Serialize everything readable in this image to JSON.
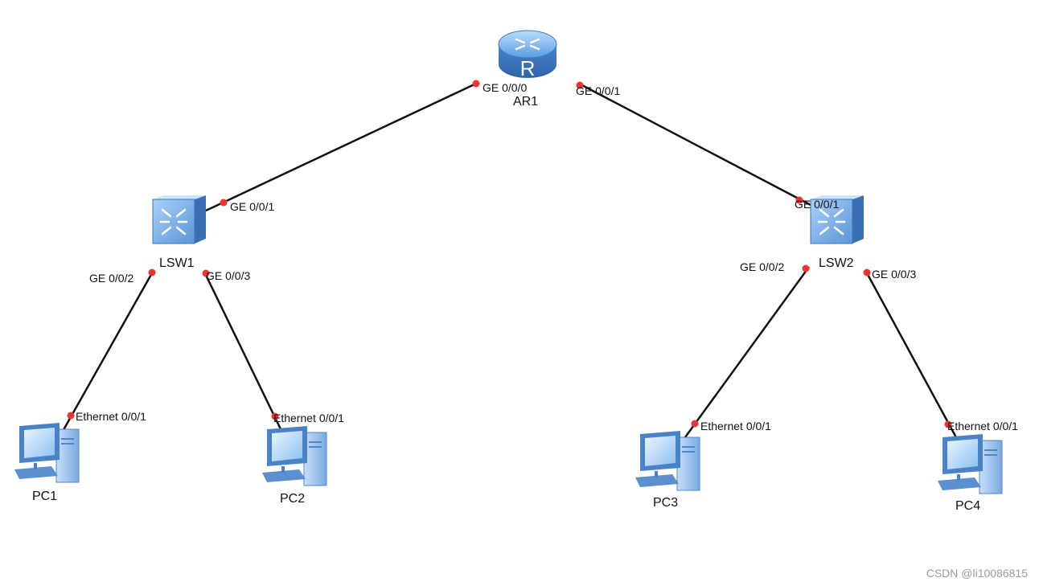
{
  "devices": {
    "ar1": "AR1",
    "lsw1": "LSW1",
    "lsw2": "LSW2",
    "pc1": "PC1",
    "pc2": "PC2",
    "pc3": "PC3",
    "pc4": "PC4"
  },
  "device_icons": {
    "ar1": "router-icon",
    "lsw1": "switch-icon",
    "lsw2": "switch-icon",
    "pc1": "pc-icon",
    "pc2": "pc-icon",
    "pc3": "pc-icon",
    "pc4": "pc-icon"
  },
  "ports": {
    "ar1_ge000": "GE 0/0/0",
    "ar1_ge001": "GE 0/0/1",
    "lsw1_ge001": "GE 0/0/1",
    "lsw1_ge002": "GE 0/0/2",
    "lsw1_ge003": "GE 0/0/3",
    "lsw2_ge001": "GE 0/0/1",
    "lsw2_ge002": "GE 0/0/2",
    "lsw2_ge003": "GE 0/0/3",
    "pc1_eth": "Ethernet 0/0/1",
    "pc2_eth": "Ethernet 0/0/1",
    "pc3_eth": "Ethernet 0/0/1",
    "pc4_eth": "Ethernet 0/0/1"
  },
  "links": [
    {
      "from": "AR1",
      "from_port": "GE 0/0/0",
      "to": "LSW1",
      "to_port": "GE 0/0/1"
    },
    {
      "from": "AR1",
      "from_port": "GE 0/0/1",
      "to": "LSW2",
      "to_port": "GE 0/0/1"
    },
    {
      "from": "LSW1",
      "from_port": "GE 0/0/2",
      "to": "PC1",
      "to_port": "Ethernet 0/0/1"
    },
    {
      "from": "LSW1",
      "from_port": "GE 0/0/3",
      "to": "PC2",
      "to_port": "Ethernet 0/0/1"
    },
    {
      "from": "LSW2",
      "from_port": "GE 0/0/2",
      "to": "PC3",
      "to_port": "Ethernet 0/0/1"
    },
    {
      "from": "LSW2",
      "from_port": "GE 0/0/3",
      "to": "PC4",
      "to_port": "Ethernet 0/0/1"
    }
  ],
  "colors": {
    "link": "#111111",
    "port_dot": "#ee3333",
    "device_blue": "#4f8fd6",
    "device_blue_light": "#9cc7f3"
  },
  "watermark": "CSDN @li10086815"
}
